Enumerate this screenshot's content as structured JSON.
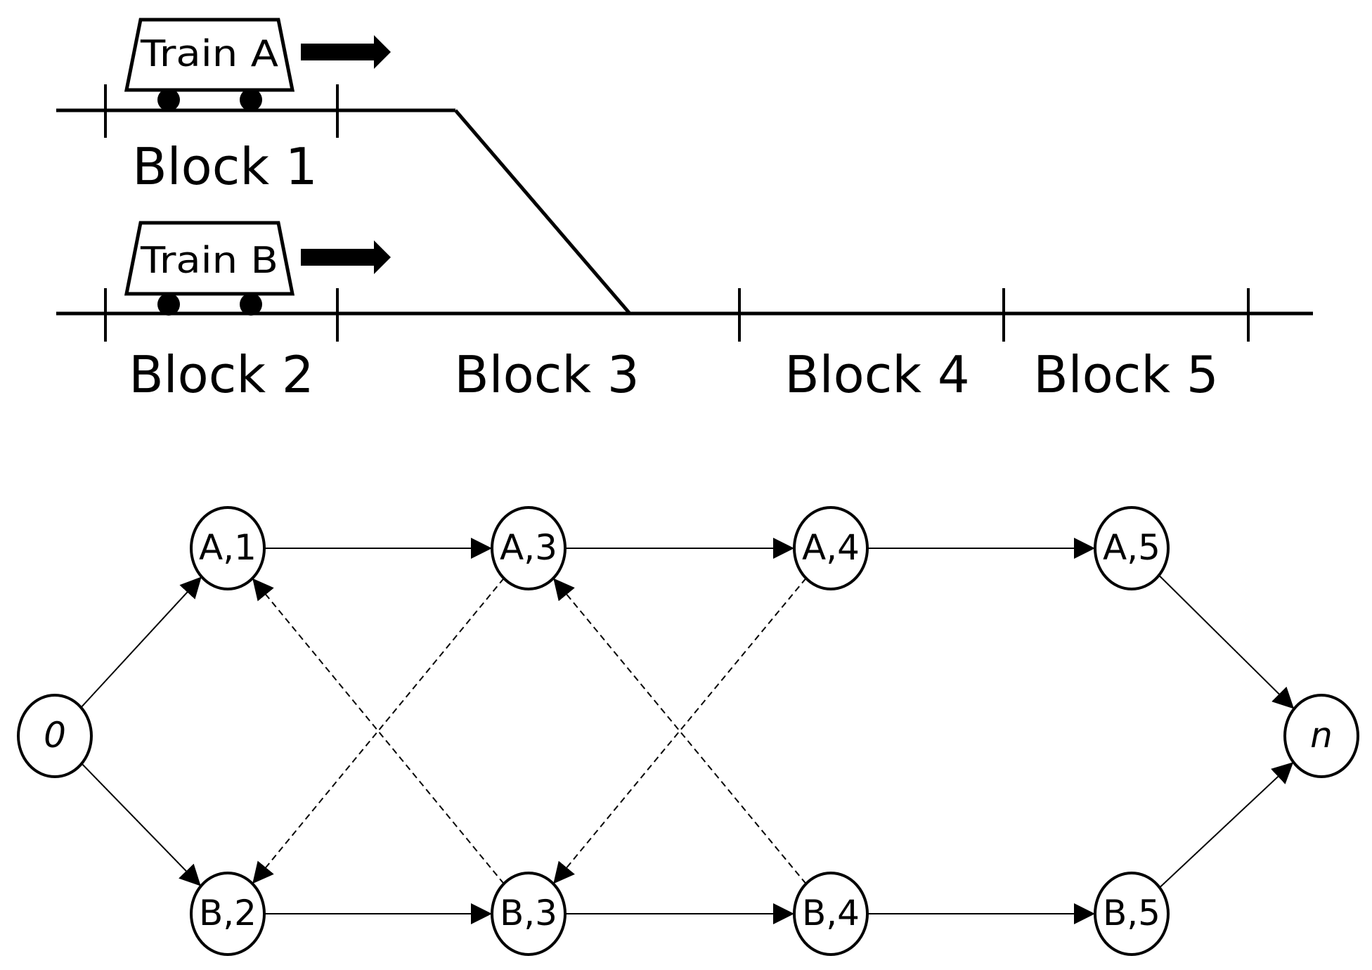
{
  "track_diagram": {
    "trains": [
      {
        "id": "A",
        "label": "Train A"
      },
      {
        "id": "B",
        "label": "Train B"
      }
    ],
    "blocks": [
      {
        "id": "1",
        "label": "Block 1"
      },
      {
        "id": "2",
        "label": "Block 2"
      },
      {
        "id": "3",
        "label": "Block 3"
      },
      {
        "id": "4",
        "label": "Block 4"
      },
      {
        "id": "5",
        "label": "Block 5"
      }
    ]
  },
  "graph": {
    "nodes": [
      {
        "id": "0",
        "label": "0",
        "italic": true
      },
      {
        "id": "A1",
        "label": "A,1"
      },
      {
        "id": "A3",
        "label": "A,3"
      },
      {
        "id": "A4",
        "label": "A,4"
      },
      {
        "id": "A5",
        "label": "A,5"
      },
      {
        "id": "B2",
        "label": "B,2"
      },
      {
        "id": "B3",
        "label": "B,3"
      },
      {
        "id": "B4",
        "label": "B,4"
      },
      {
        "id": "B5",
        "label": "B,5"
      },
      {
        "id": "n",
        "label": "n",
        "italic": true
      }
    ],
    "edges": [
      {
        "from": "0",
        "to": "A1",
        "style": "solid"
      },
      {
        "from": "0",
        "to": "B2",
        "style": "solid"
      },
      {
        "from": "A1",
        "to": "A3",
        "style": "solid"
      },
      {
        "from": "A3",
        "to": "A4",
        "style": "solid"
      },
      {
        "from": "A4",
        "to": "A5",
        "style": "solid"
      },
      {
        "from": "A5",
        "to": "n",
        "style": "solid"
      },
      {
        "from": "B2",
        "to": "B3",
        "style": "solid"
      },
      {
        "from": "B3",
        "to": "B4",
        "style": "solid"
      },
      {
        "from": "B4",
        "to": "B5",
        "style": "solid"
      },
      {
        "from": "B5",
        "to": "n",
        "style": "solid"
      },
      {
        "from": "B3",
        "to": "A1",
        "style": "dashed"
      },
      {
        "from": "A3",
        "to": "B2",
        "style": "dashed"
      },
      {
        "from": "B4",
        "to": "A3",
        "style": "dashed"
      },
      {
        "from": "A4",
        "to": "B3",
        "style": "dashed"
      }
    ]
  }
}
